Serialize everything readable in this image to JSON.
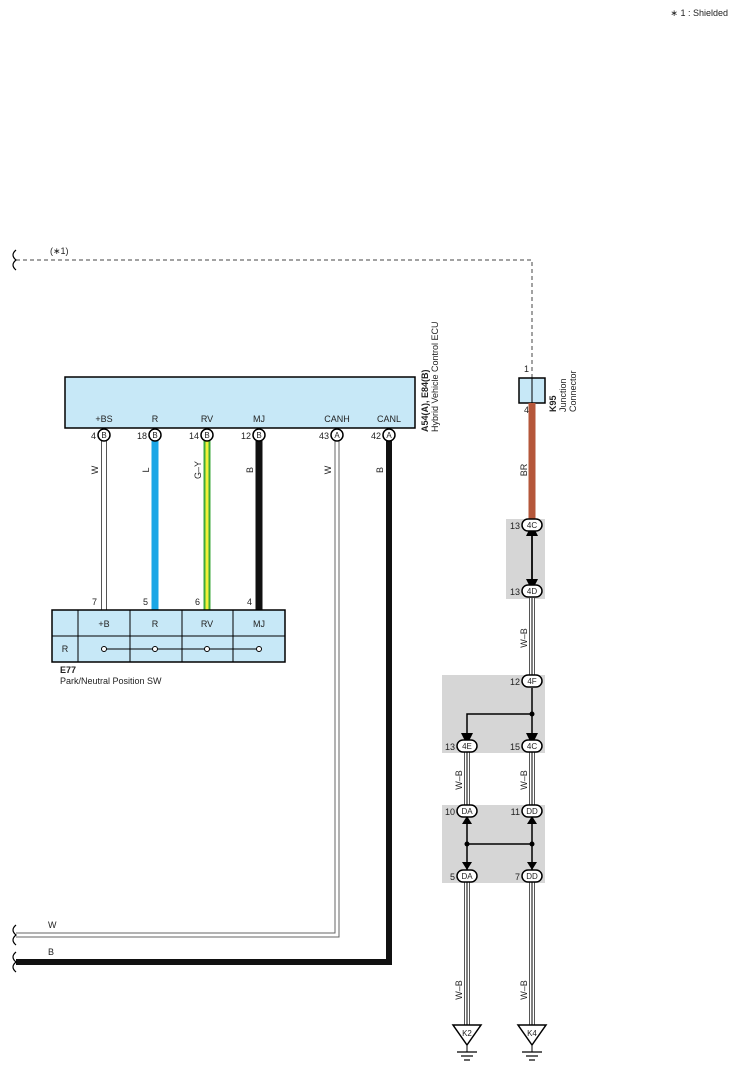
{
  "legend": {
    "shielded": "∗ 1 : Shielded"
  },
  "shield_marker": "(∗1)",
  "ecu": {
    "code": "A54(A), E84(B)",
    "name": "Hybrid Vehicle Control ECU",
    "pins": [
      {
        "label": "+BS",
        "num": "4",
        "conn": "B",
        "wire": "W"
      },
      {
        "label": "R",
        "num": "18",
        "conn": "B",
        "wire": "L"
      },
      {
        "label": "RV",
        "num": "14",
        "conn": "B",
        "wire": "G–Y"
      },
      {
        "label": "MJ",
        "num": "12",
        "conn": "B",
        "wire": "B"
      },
      {
        "label": "CANH",
        "num": "43",
        "conn": "A",
        "wire": "W"
      },
      {
        "label": "CANL",
        "num": "42",
        "conn": "A",
        "wire": "B"
      }
    ]
  },
  "switch": {
    "code": "E77",
    "name": "Park/Neutral Position SW",
    "row_label": "R",
    "pins": [
      {
        "label": "+B",
        "num": "7"
      },
      {
        "label": "R",
        "num": "5"
      },
      {
        "label": "RV",
        "num": "6"
      },
      {
        "label": "MJ",
        "num": "4"
      }
    ]
  },
  "junction": {
    "code": "K95",
    "name_line1": "Junction",
    "name_line2": "Connector",
    "pin_top": "1",
    "pin_bottom": "4",
    "wire": "BR"
  },
  "connectors": {
    "c4c_top": {
      "num": "13",
      "conn": "4C"
    },
    "c4d": {
      "num": "13",
      "conn": "4D"
    },
    "c4f": {
      "num": "12",
      "conn": "4F"
    },
    "c4e": {
      "num": "13",
      "conn": "4E"
    },
    "c4c_mid": {
      "num": "15",
      "conn": "4C"
    },
    "da_top": {
      "num": "10",
      "conn": "DA"
    },
    "dd_top": {
      "num": "11",
      "conn": "DD"
    },
    "da_bot": {
      "num": "5",
      "conn": "DA"
    },
    "dd_bot": {
      "num": "7",
      "conn": "DD"
    }
  },
  "wires": {
    "wb1": "W–B",
    "wb2": "W–B",
    "wb3": "W–B",
    "wb4": "W–B",
    "wb5": "W–B",
    "bus_w": "W",
    "bus_b": "B"
  },
  "grounds": {
    "k2": "K2",
    "k4": "K4"
  },
  "colors": {
    "ecu_fill": "#c7e8f7",
    "wire_L": "#1ba6e6",
    "wire_BR": "#b5573a",
    "wire_GY_green": "#3daa3d",
    "wire_GY_yellow": "#f2f23a",
    "junction_shade": "#d6d6d6"
  }
}
